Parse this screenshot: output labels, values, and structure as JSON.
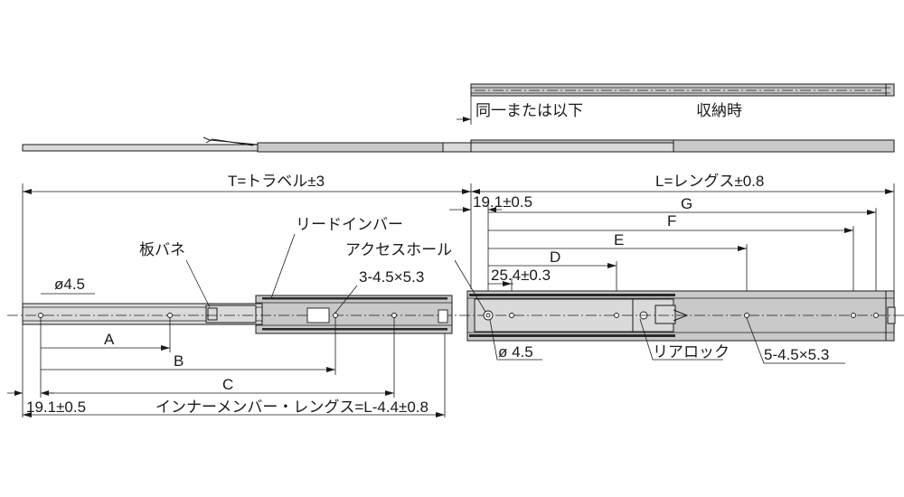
{
  "labels": {
    "same_or_less": "同一または以下",
    "stowed": "収納時",
    "travel": "T=トラベル±3",
    "length": "L=レングス±0.8",
    "front_offset": "19.1±0.5",
    "g": "G",
    "f": "F",
    "e": "E",
    "d": "D",
    "pitch": "25.4±0.3",
    "lead_in_bar": "リードインバー",
    "access_hole": "アクセスホール",
    "leaf_spring": "板バネ",
    "inner_holes": "3-4.5×5.3",
    "hole_dia_left": "ø4.5",
    "a": "A",
    "b": "B",
    "c": "C",
    "access_dia": "ø 4.5",
    "rear_lock": "リアロック",
    "outer_holes": "5-4.5×5.3",
    "inner_offset": "19.1±0.5",
    "inner_length": "インナーメンバー・レングス=L-4.4±0.8"
  },
  "colors": {
    "body": "#c9c9c9",
    "line": "#1a1a1a"
  }
}
